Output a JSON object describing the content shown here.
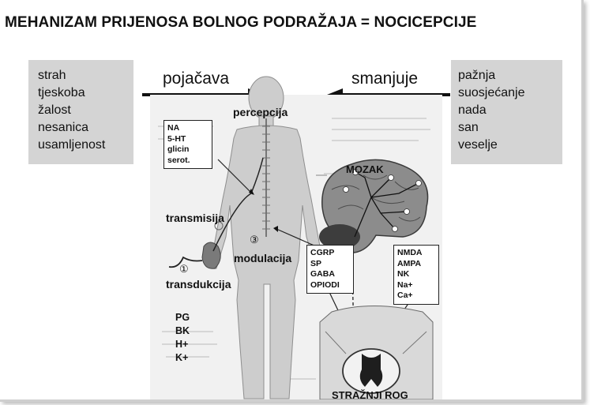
{
  "title": "MEHANIZAM PRIJENOSA BOLNOG PODRAŽAJA = NOCICEPCIJE",
  "left_box": {
    "items": [
      "strah",
      "tjeskoba",
      "žalost",
      "nesanica",
      "usamljenost"
    ]
  },
  "right_box": {
    "items": [
      "pažnja",
      "suosjećanje",
      "nada",
      "san",
      "veselje"
    ]
  },
  "arrows": {
    "left_label": "pojačava",
    "right_label": "smanjuje"
  },
  "labels": {
    "percepcija": "percepcija",
    "transmisija": "transmisija",
    "modulacija": "modulacija",
    "transdukcija": "transdukcija",
    "mozak": "MOZAK",
    "straznji_rog": "STRAŽNJI ROG",
    "num1": "①",
    "num3": "③"
  },
  "neuro_box": {
    "items": [
      "NA",
      "5-HT",
      "glicin",
      "serot."
    ]
  },
  "cgrp_box": {
    "items": [
      "CGRP",
      "SP",
      "GABA",
      "OPIODI"
    ]
  },
  "receptor_box": {
    "items": [
      "NMDA",
      "AMPA",
      "NK",
      "Na+",
      "Ca+"
    ]
  },
  "mediators": {
    "items": [
      "PG",
      "BK",
      "H+",
      "K+"
    ]
  }
}
